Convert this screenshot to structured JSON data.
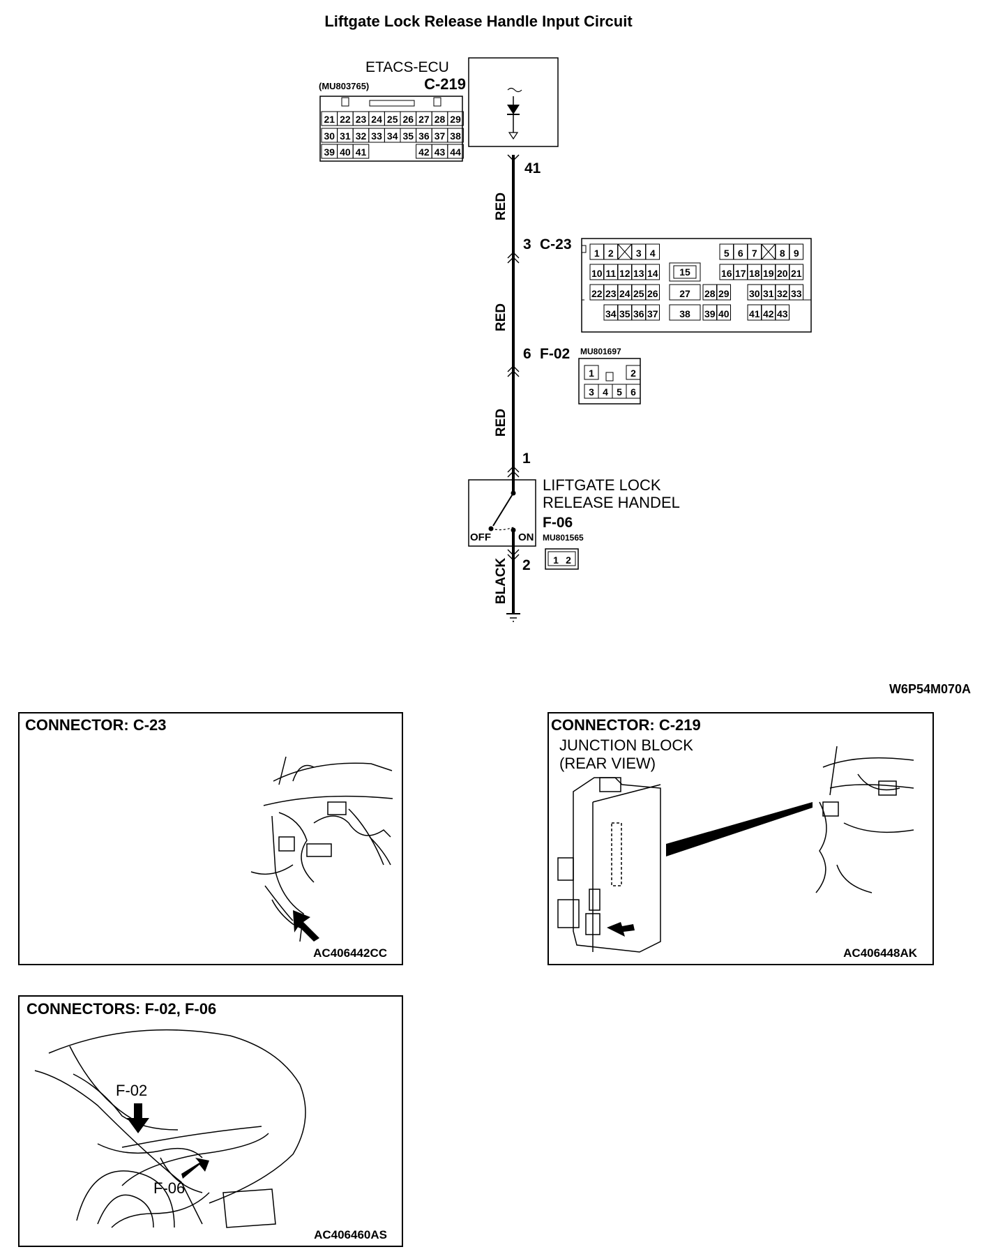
{
  "title": "Liftgate Lock Release Handle Input Circuit",
  "ref_code": "W6P54M070A",
  "ecu": {
    "name": "ETACS-ECU",
    "connector": "C-219",
    "part": "(MU803765)",
    "pin": "41",
    "pins_row1": [
      "21",
      "22",
      "23",
      "24",
      "25",
      "26",
      "27",
      "28",
      "29"
    ],
    "pins_row2": [
      "30",
      "31",
      "32",
      "33",
      "34",
      "35",
      "36",
      "37",
      "38"
    ],
    "pins_row3": [
      "39",
      "40",
      "41",
      "42",
      "43",
      "44"
    ]
  },
  "wires": [
    {
      "color": "RED"
    },
    {
      "color": "RED"
    },
    {
      "color": "RED"
    },
    {
      "color": "BLACK"
    }
  ],
  "c23": {
    "pin": "3",
    "connector": "C-23",
    "pins": [
      "1",
      "2",
      "3",
      "4",
      "5",
      "6",
      "7",
      "8",
      "9",
      "10",
      "11",
      "12",
      "13",
      "14",
      "15",
      "16",
      "17",
      "18",
      "19",
      "20",
      "21",
      "22",
      "23",
      "24",
      "25",
      "26",
      "27",
      "28",
      "29",
      "30",
      "31",
      "32",
      "33",
      "34",
      "35",
      "36",
      "37",
      "38",
      "39",
      "40",
      "41",
      "42",
      "43"
    ]
  },
  "f02": {
    "pin": "6",
    "connector": "F-02",
    "part": "MU801697",
    "pins": [
      "1",
      "2",
      "3",
      "4",
      "5",
      "6"
    ]
  },
  "switch": {
    "top_pin": "1",
    "bottom_pin": "2",
    "name_line1": "LIFTGATE LOCK",
    "name_line2": "RELEASE HANDEL",
    "connector": "F-06",
    "part": "MU801565",
    "off_label": "OFF",
    "on_label": "ON",
    "pins": [
      "1",
      "2"
    ]
  },
  "panels": [
    {
      "title": "CONNECTOR: C-23",
      "code": "AC406442CC"
    },
    {
      "title": "CONNECTOR: C-219",
      "subtitle_line1": "JUNCTION BLOCK",
      "subtitle_line2": "(REAR VIEW)",
      "code": "AC406448AK"
    },
    {
      "title": "CONNECTORS: F-02, F-06",
      "label_a": "F-02",
      "label_b": "F-06",
      "code": "AC406460AS"
    }
  ]
}
